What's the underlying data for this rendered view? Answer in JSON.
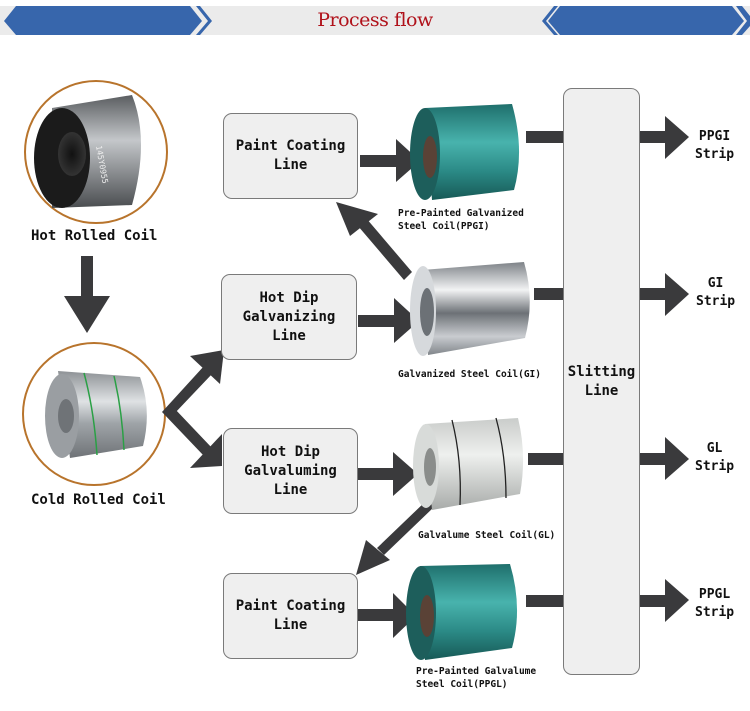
{
  "header": {
    "title": "Process flow",
    "banner_color": "#3766ac",
    "title_color": "#b0121b"
  },
  "inputs": {
    "hot_rolled": "Hot Rolled Coil",
    "cold_rolled": "Cold Rolled Coil"
  },
  "process_lines": {
    "paint_top": "Paint Coating\nLine",
    "galvanizing": "Hot Dip\nGalvanizing\nLine",
    "galvaluming": "Hot Dip\nGalvaluming\nLine",
    "paint_bottom": "Paint Coating\nLine",
    "slitting": "Slitting\nLine"
  },
  "coils": {
    "ppgi": "Pre-Painted Galvanized\nSteel Coil(PPGI)",
    "gi": "Galvanized Steel Coil(GI)",
    "gl": "Galvalume Steel Coil(GL)",
    "ppgl": "Pre-Painted Galvalume\nSteel Coil(PPGL)"
  },
  "outputs": {
    "ppgi_strip": "PPGI\nStrip",
    "gi_strip": "GI\nStrip",
    "gl_strip": "GL\nStrip",
    "ppgl_strip": "PPGL\nStrip"
  },
  "colors": {
    "arrow": "#3a3a3c",
    "coil_ring": "#b8742c",
    "ppgi_coil": "#2b8a86",
    "box_fill": "#efefef"
  }
}
